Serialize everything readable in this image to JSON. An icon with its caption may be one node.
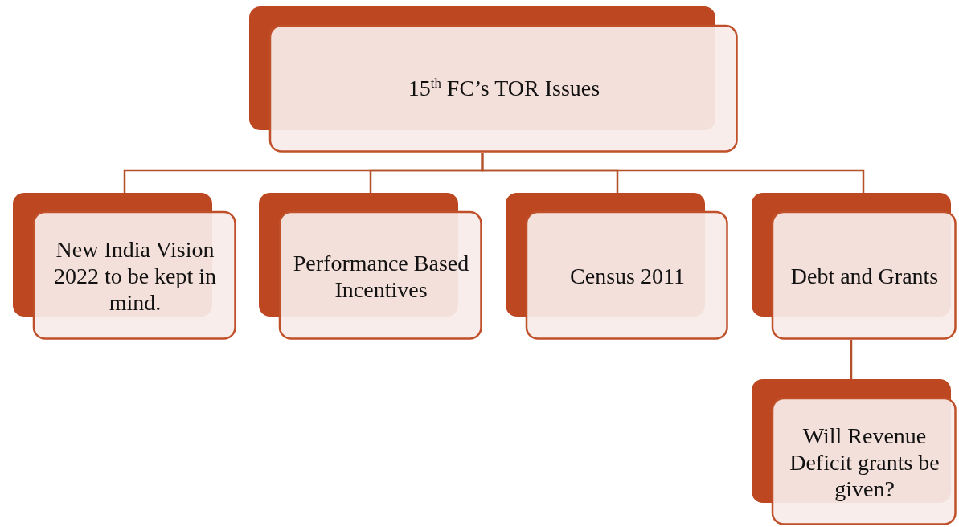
{
  "diagram": {
    "nodes": [
      {
        "text": [
          "15$^{th}$ FC’s TOR Issues"
        ]
      },
      {
        "text": [
          "New India Vision 2022 to be kept in mind."
        ]
      },
      {
        "text": [
          "Performance Based Incentives"
        ]
      },
      {
        "text": [
          "Census 2011"
        ]
      },
      {
        "text": [
          "Debt and Grants"
        ]
      },
      {
        "text": [
          "Will Revenue Deficit grants be given?"
        ]
      }
    ],
    "edges": [
      {
        "from": 0,
        "to": 1,
        "arrow": "none"
      },
      {
        "from": 0,
        "to": 2,
        "arrow": "none"
      },
      {
        "from": 0,
        "to": 3,
        "arrow": "none"
      },
      {
        "from": 0,
        "to": 4,
        "arrow": "none"
      },
      {
        "from": 4,
        "to": 5,
        "arrow": "none"
      }
    ]
  }
}
